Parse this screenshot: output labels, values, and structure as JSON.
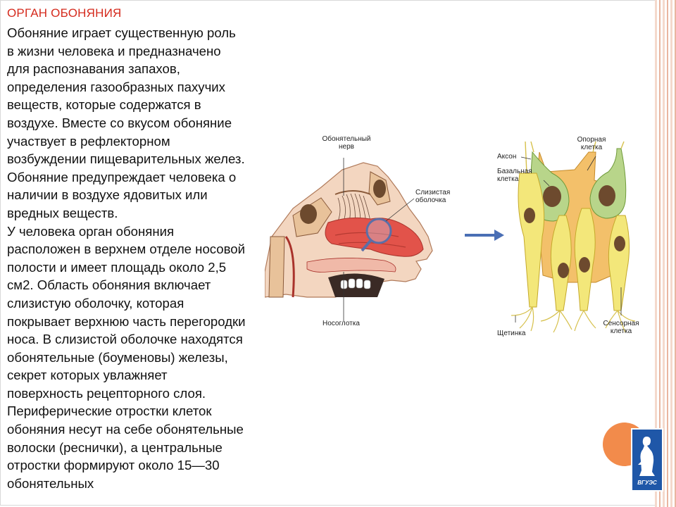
{
  "title": "ОРГАН ОБОНЯНИЯ",
  "body_text": "Обоняние играет существенную роль\nв жизни человека и предназначено\nдля распознавания запахов,\nопределения газообразных пахучих\nвеществ, которые содержатся в\nвоздухе. Вместе со вкусом обоняние\nучаствует в рефлекторном\nвозбуждении пищеварительных желез.\nОбоняние предупреждает человека о\nналичии в воздухе ядовитых или\nвредных веществ.\nУ человека орган обоняния\nрасположен в верхнем отделе носовой\nполости и имеет площадь около 2,5\nсм2. Область обоняния включает\nслизистую оболочку, которая\nпокрывает верхнюю часть перегородки\nноса. В слизистой оболочке находятся\nобонятельные (боуменовы) железы,\nсекрет которых увлажняет\nповерхность рецепторного слоя.\nПериферические отростки клеток\nобоняния несут на себе обонятельные\nволоски (реснички), а центральные\nотростки формируют около 15—30\nобонятельных",
  "figure": {
    "labels": {
      "olfactory_nerve": "Обонятельный\nнерв",
      "mucosa": "Слизистая\nоболочка",
      "nasopharynx": "Носоглотка",
      "axon": "Аксон",
      "supporting_cell": "Опорная\nклетка",
      "basal_cell": "Базальная\nклетка",
      "bristle": "Щетинка",
      "sensory_cell": "Сенсорная\nклетка"
    }
  },
  "logo": {
    "text": "ВГУЭС"
  },
  "colors": {
    "title": "#d52b1e",
    "arrow": "#4a6fb5",
    "accent_circle": "#f28b4b",
    "logo_bg": "#1f57a8",
    "mucosa": "#e2534a",
    "sensory_cell": "#f3e77a",
    "supporting_cell": "#f3c06a",
    "basal_cell": "#b8d58a"
  }
}
